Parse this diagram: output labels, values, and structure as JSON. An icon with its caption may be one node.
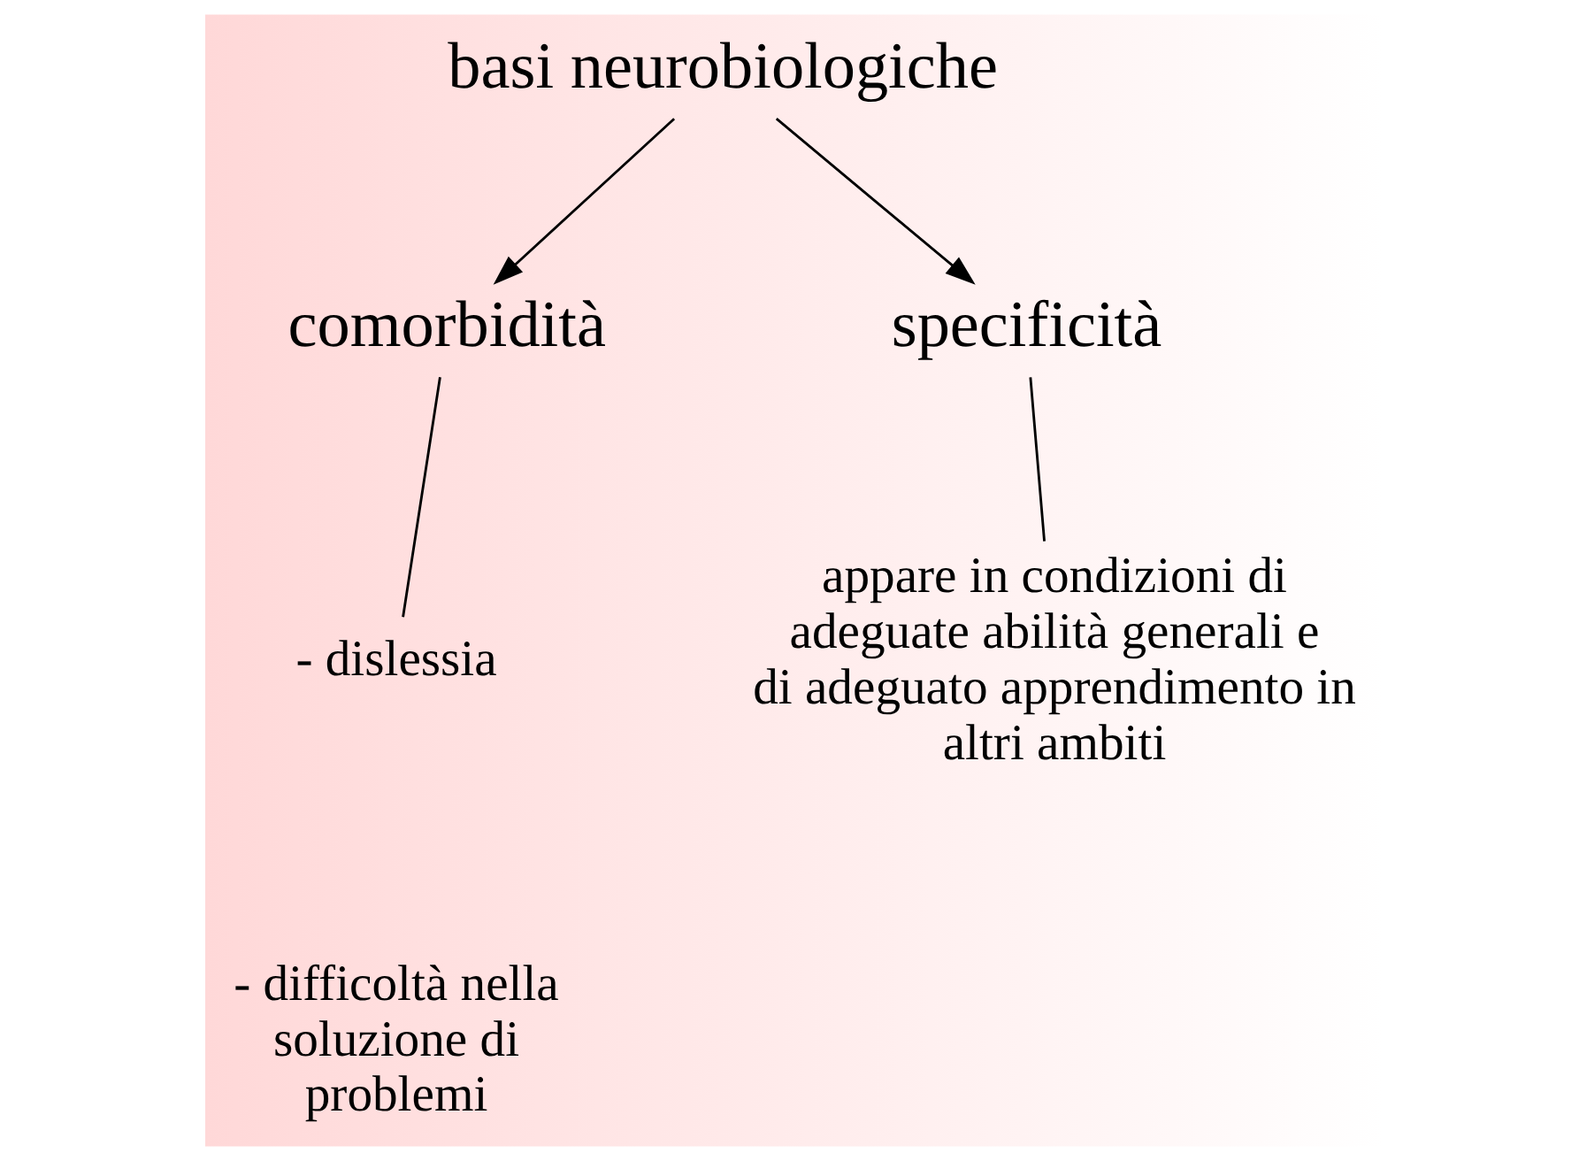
{
  "diagram": {
    "nodes": [
      {
        "text": [
          "basi neurobiologiche"
        ]
      },
      {
        "text": [
          "comorbidità"
        ]
      },
      {
        "text": [
          "specificità"
        ]
      },
      {
        "text": [
          "- dislessia"
        ]
      },
      {
        "text": [
          "appare in condizioni di adeguate abilità generali e di adeguato apprendimento in altri ambiti"
        ]
      }
    ],
    "edges": [
      {
        "from": 0,
        "to": 1,
        "arrow": "to"
      },
      {
        "from": 0,
        "to": 2,
        "arrow": "to"
      },
      {
        "from": 1,
        "to": 3,
        "arrow": "none"
      },
      {
        "from": 2,
        "to": 4,
        "arrow": "none"
      }
    ],
    "labels": [
      "- difficoltà nella soluzione di problemi"
    ]
  }
}
